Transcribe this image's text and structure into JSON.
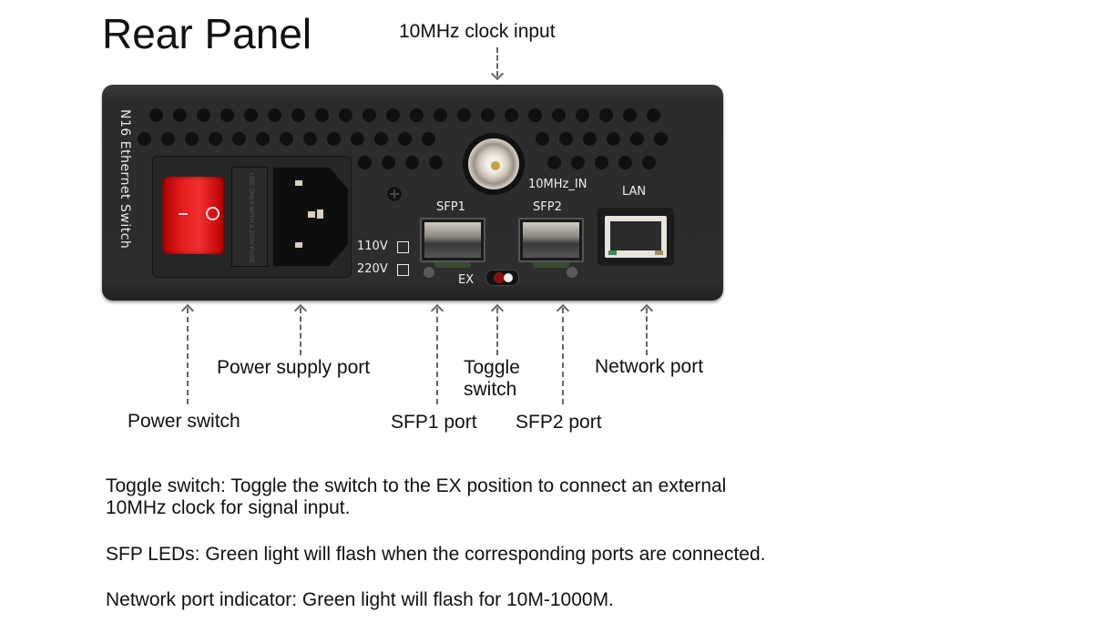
{
  "title": "Rear Panel",
  "device": {
    "brand_label": "N16 Ethernet Switch",
    "fuse_label": "USE ONLY WITH A 250V FUSE",
    "rocker_on_symbol": "I",
    "rocker_off_symbol": "O",
    "voltage_options": [
      "110V",
      "220V"
    ],
    "bnc_label": "10MHz_IN",
    "sfp1_label": "SFP1",
    "sfp2_label": "SFP2",
    "toggle_label": "EX",
    "lan_label": "LAN",
    "colors": {
      "chassis": "#2d2d2d",
      "rocker": "#e31b1b",
      "lan_led_green": "#3c8c4c",
      "lan_led_yellow": "#a09060"
    }
  },
  "callouts": {
    "clock_input": "10MHz clock input",
    "power_switch": "Power switch",
    "power_supply_port": "Power supply port",
    "sfp1_port": "SFP1 port",
    "toggle_switch_line1": "Toggle",
    "toggle_switch_line2": "switch",
    "sfp2_port": "SFP2 port",
    "network_port": "Network port"
  },
  "descriptions": [
    {
      "line1": "Toggle switch: Toggle the switch to the EX position to connect an external",
      "line2": "10MHz clock for signal input."
    },
    {
      "line1": "SFP LEDs: Green light will flash when the corresponding ports are connected."
    },
    {
      "line1": "Network port indicator: Green light will flash for 10M-1000M."
    }
  ]
}
